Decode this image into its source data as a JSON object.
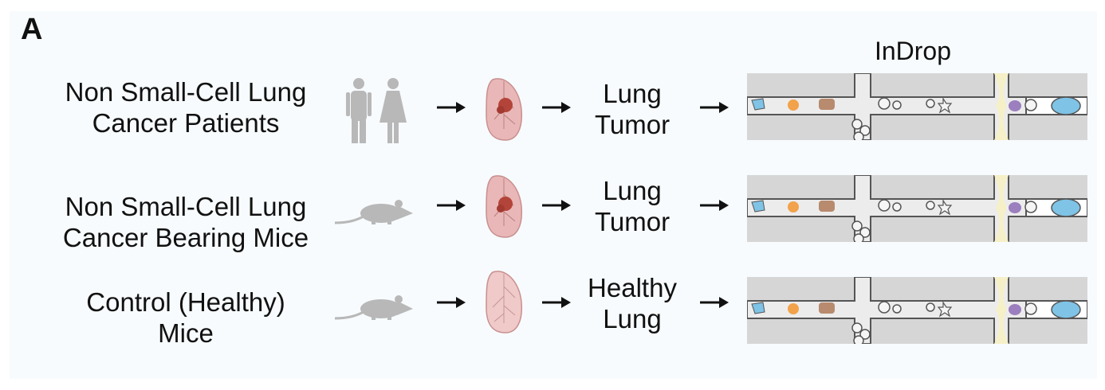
{
  "panel_letter": "A",
  "indrop_title": "InDrop",
  "rows": [
    {
      "source_line1": "Non Small-Cell Lung",
      "source_line2": "Cancer Patients",
      "subject_icon": "human-pair-icon",
      "lung_icon": "tumor-lung-icon",
      "outcome_line1": "Lung",
      "outcome_line2": "Tumor"
    },
    {
      "source_line1": "Non Small-Cell Lung",
      "source_line2": "Cancer Bearing Mice",
      "subject_icon": "mouse-icon",
      "lung_icon": "tumor-lung-icon",
      "outcome_line1": "Lung",
      "outcome_line2": "Tumor"
    },
    {
      "source_line1": "Control (Healthy)",
      "source_line2": "Mice",
      "subject_icon": "mouse-icon",
      "lung_icon": "healthy-lung-icon",
      "outcome_line1": "Healthy",
      "outcome_line2": "Lung"
    }
  ],
  "colors": {
    "icon_gray": "#b8b8b8",
    "lung_pink": "#e9b7b7",
    "tumor_red": "#b3443a",
    "chip_gray": "#d6d6d6",
    "channel": "#ececec",
    "oil": "#f6f0c8",
    "bead_blue": "#7fc3e6",
    "cell_orange": "#f2a24a",
    "cell_brown": "#b88a6e",
    "cell_purple": "#9b7fbe"
  }
}
